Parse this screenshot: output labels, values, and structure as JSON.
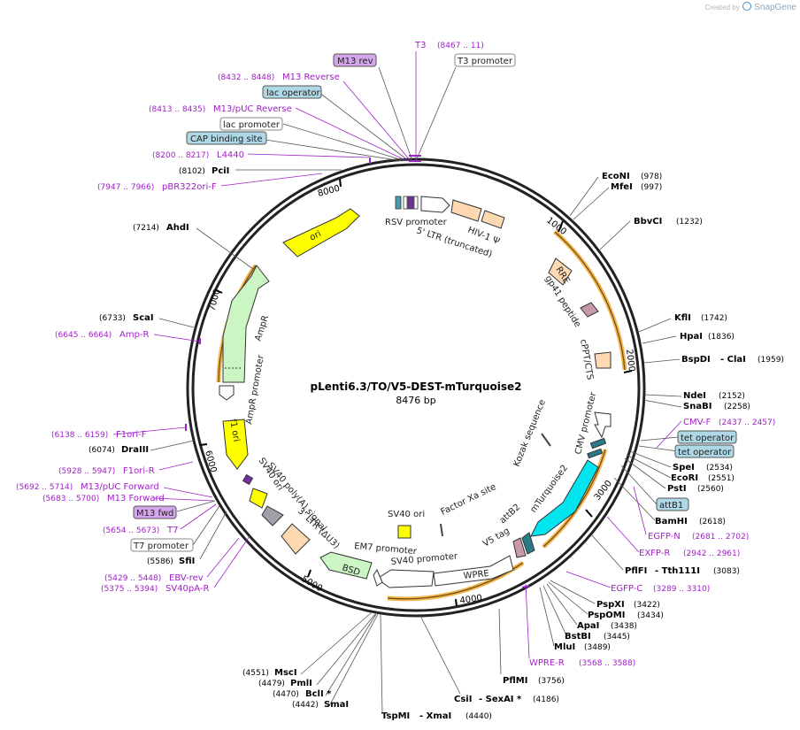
{
  "watermark": {
    "prefix": "Created by",
    "brand": "SnapGene"
  },
  "plasmid": {
    "name": "pLenti6.3/TO/V5-DEST-mTurquoise2",
    "size": "8476 bp"
  },
  "ticks": [
    "1000",
    "2000",
    "3000",
    "4000",
    "5000",
    "6000",
    "7000",
    "8000"
  ],
  "colors": {
    "primer": "#a020c8",
    "orf": "#00e5f0",
    "resistance": "#ccf5c4",
    "ori": "#ffff00",
    "selected": "#f0a830"
  },
  "features": [
    {
      "name": "RSV promoter"
    },
    {
      "name": "5' LTR (truncated)"
    },
    {
      "name": "HIV-1 Ψ"
    },
    {
      "name": "RRE"
    },
    {
      "name": "gp41 peptide"
    },
    {
      "name": "cPPT/CTS"
    },
    {
      "name": "CMV promoter"
    },
    {
      "name": "Kozak sequence"
    },
    {
      "name": "mTurquoise2"
    },
    {
      "name": "attB2"
    },
    {
      "name": "Factor Xa site"
    },
    {
      "name": "V5 tag"
    },
    {
      "name": "WPRE"
    },
    {
      "name": "SV40 ori"
    },
    {
      "name": "SV40 promoter"
    },
    {
      "name": "EM7 promoter"
    },
    {
      "name": "BSD"
    },
    {
      "name": "3' LTR (ΔU3)"
    },
    {
      "name": "SV40 poly(A) signal"
    },
    {
      "name": "SV40 ori"
    },
    {
      "name": "f1 ori"
    },
    {
      "name": "AmpR promoter"
    },
    {
      "name": "AmpR"
    },
    {
      "name": "ori"
    }
  ],
  "top_labels": [
    {
      "name": "T3",
      "pos": "(8467 .. 11)"
    },
    {
      "name": "M13 rev"
    },
    {
      "name": "T3 promoter"
    },
    {
      "name": "M13 Reverse",
      "pos": "(8432 .. 8448)"
    },
    {
      "name": "lac operator"
    },
    {
      "name": "M13/pUC Reverse",
      "pos": "(8413 .. 8435)"
    },
    {
      "name": "lac promoter"
    },
    {
      "name": "CAP binding site"
    },
    {
      "name": "L4440",
      "pos": "(8200 .. 8217)"
    },
    {
      "name": "PciI",
      "pos": "(8102)"
    },
    {
      "name": "pBR322ori-F",
      "pos": "(7947 .. 7966)"
    }
  ],
  "left_labels": [
    {
      "name": "AhdI",
      "pos": "(7214)"
    },
    {
      "name": "ScaI",
      "pos": "(6733)"
    },
    {
      "name": "Amp-R",
      "pos": "(6645 .. 6664)"
    },
    {
      "name": "F1ori-F",
      "pos": "(6138 .. 6159)"
    },
    {
      "name": "DraIII",
      "pos": "(6074)"
    },
    {
      "name": "F1ori-R",
      "pos": "(5928 .. 5947)"
    },
    {
      "name": "M13/pUC Forward",
      "pos": "(5692 .. 5714)"
    },
    {
      "name": "M13 Forward",
      "pos": "(5683 .. 5700)"
    },
    {
      "name": "M13 fwd"
    },
    {
      "name": "T7",
      "pos": "(5654 .. 5673)"
    },
    {
      "name": "T7 promoter"
    },
    {
      "name": "SfiI",
      "pos": "(5586)"
    },
    {
      "name": "EBV-rev",
      "pos": "(5429 .. 5448)"
    },
    {
      "name": "SV40pA-R",
      "pos": "(5375 .. 5394)"
    }
  ],
  "bottom_labels": [
    {
      "name": "MscI",
      "pos": "(4551)"
    },
    {
      "name": "PmlI",
      "pos": "(4479)"
    },
    {
      "name": "BclI *",
      "pos": "(4470)"
    },
    {
      "name": "SmaI",
      "pos": "(4442)"
    },
    {
      "name": "TspMI",
      "name2": "- XmaI",
      "pos": "(4440)"
    },
    {
      "name": "CsiI",
      "name2": "- SexAI *",
      "pos": "(4186)"
    },
    {
      "name": "PflMI",
      "pos": "(3756)"
    },
    {
      "name": "WPRE-R",
      "pos": "(3568 .. 3588)"
    }
  ],
  "right_labels": [
    {
      "name": "EcoNI",
      "pos": "(978)"
    },
    {
      "name": "MfeI",
      "pos": "(997)"
    },
    {
      "name": "BbvCI",
      "pos": "(1232)"
    },
    {
      "name": "KflI",
      "pos": "(1742)"
    },
    {
      "name": "HpaI",
      "pos": "(1836)"
    },
    {
      "name": "BspDI",
      "name2": "- ClaI",
      "pos": "(1959)"
    },
    {
      "name": "NdeI",
      "pos": "(2152)"
    },
    {
      "name": "SnaBI",
      "pos": "(2258)"
    },
    {
      "name": "CMV-F",
      "pos": "(2437 .. 2457)"
    },
    {
      "name": "tet operator"
    },
    {
      "name": "tet operator"
    },
    {
      "name": "SpeI",
      "pos": "(2534)"
    },
    {
      "name": "EcoRI",
      "pos": "(2551)"
    },
    {
      "name": "PstI",
      "pos": "(2560)"
    },
    {
      "name": "attB1"
    },
    {
      "name": "BamHI",
      "pos": "(2618)"
    },
    {
      "name": "EGFP-N",
      "pos": "(2681 .. 2702)"
    },
    {
      "name": "EXFP-R",
      "pos": "(2942 .. 2961)"
    },
    {
      "name": "PflFI",
      "name2": "- Tth111I",
      "pos": "(3083)"
    },
    {
      "name": "EGFP-C",
      "pos": "(3289 .. 3310)"
    },
    {
      "name": "PspXI",
      "pos": "(3422)"
    },
    {
      "name": "PspOMI",
      "pos": "(3434)"
    },
    {
      "name": "ApaI",
      "pos": "(3438)"
    },
    {
      "name": "BstBI",
      "pos": "(3445)"
    },
    {
      "name": "MluI",
      "pos": "(3489)"
    }
  ]
}
